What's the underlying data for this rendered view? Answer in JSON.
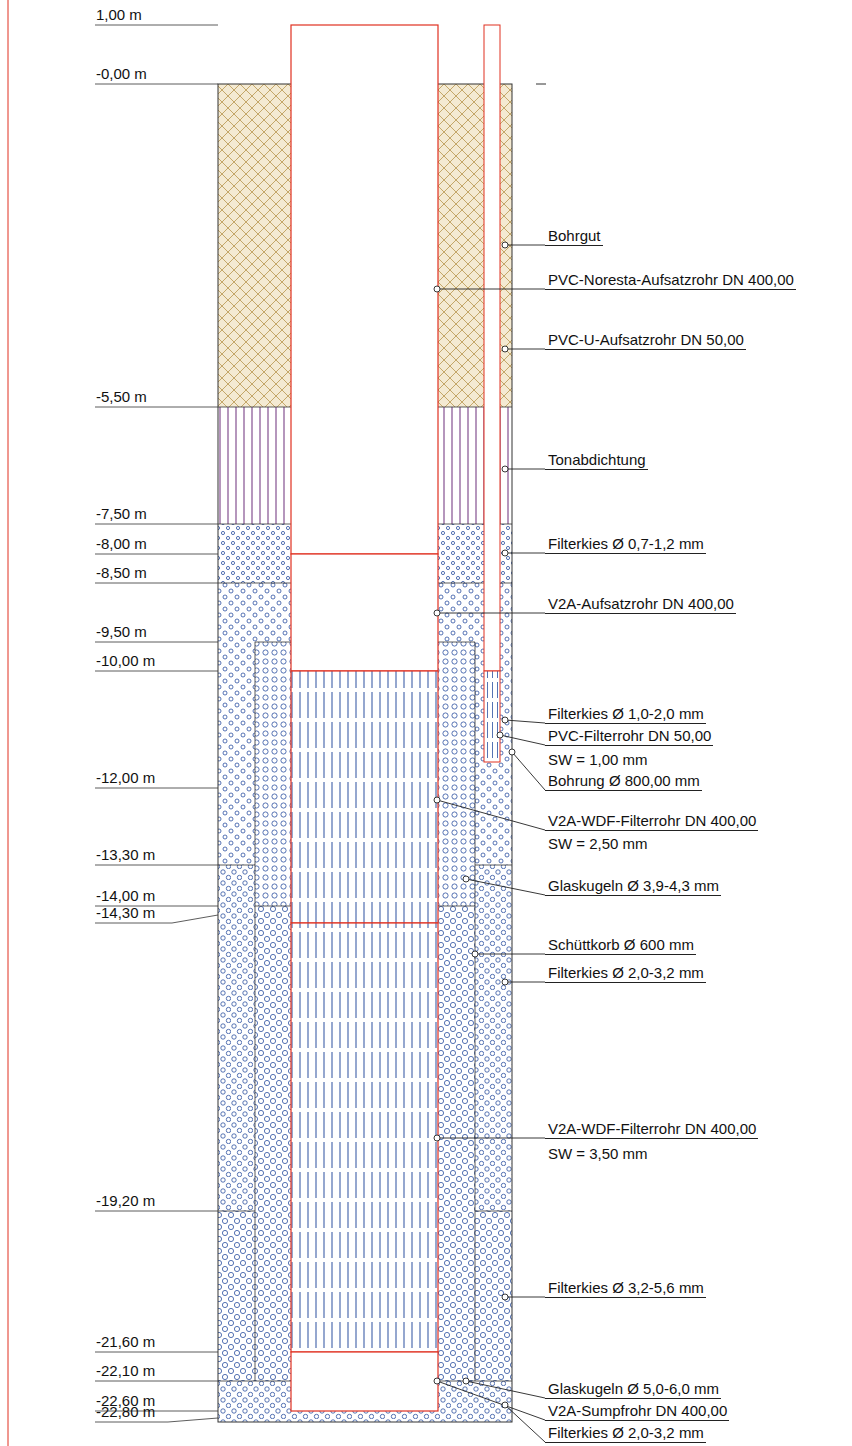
{
  "diagram": {
    "labels": [
      "1,00 m",
      "-0,00 m",
      "-5,50 m",
      "-7,50 m",
      "-8,00 m",
      "-8,50 m",
      "-9,50 m",
      "-10,00 m",
      "-12,00 m",
      "-13,30 m",
      "-14,00 m",
      "-14,30 m",
      "-19,20 m",
      "-21,60 m",
      "-22,10 m",
      "-22,60 m",
      "-22,80 m",
      "Bohrgut",
      "PVC-Noresta-Aufsatzrohr DN 400,00",
      "PVC-U-Aufsatzrohr DN 50,00",
      "Tonabdichtung",
      "Filterkies Ø 0,7-1,2 mm",
      "V2A-Aufsatzrohr DN 400,00",
      "Filterkies Ø 1,0-2,0 mm",
      "PVC-Filterrohr DN 50,00",
      "SW = 1,00 mm",
      "Bohrung Ø 800,00 mm",
      "V2A-WDF-Filterrohr DN 400,00",
      "SW = 2,50 mm",
      "Glaskugeln Ø 3,9-4,3 mm",
      "Schüttkorb Ø 600 mm",
      "Filterkies Ø 2,0-3,2 mm",
      "V2A-WDF-Filterrohr DN 400,00",
      "SW = 3,50 mm",
      "Filterkies Ø 3,2-5,6 mm",
      "Glaskugeln Ø 5,0-6,0 mm",
      "V2A-Sumpfrohr DN 400,00",
      "Filterkies Ø 2,0-3,2 mm"
    ]
  }
}
